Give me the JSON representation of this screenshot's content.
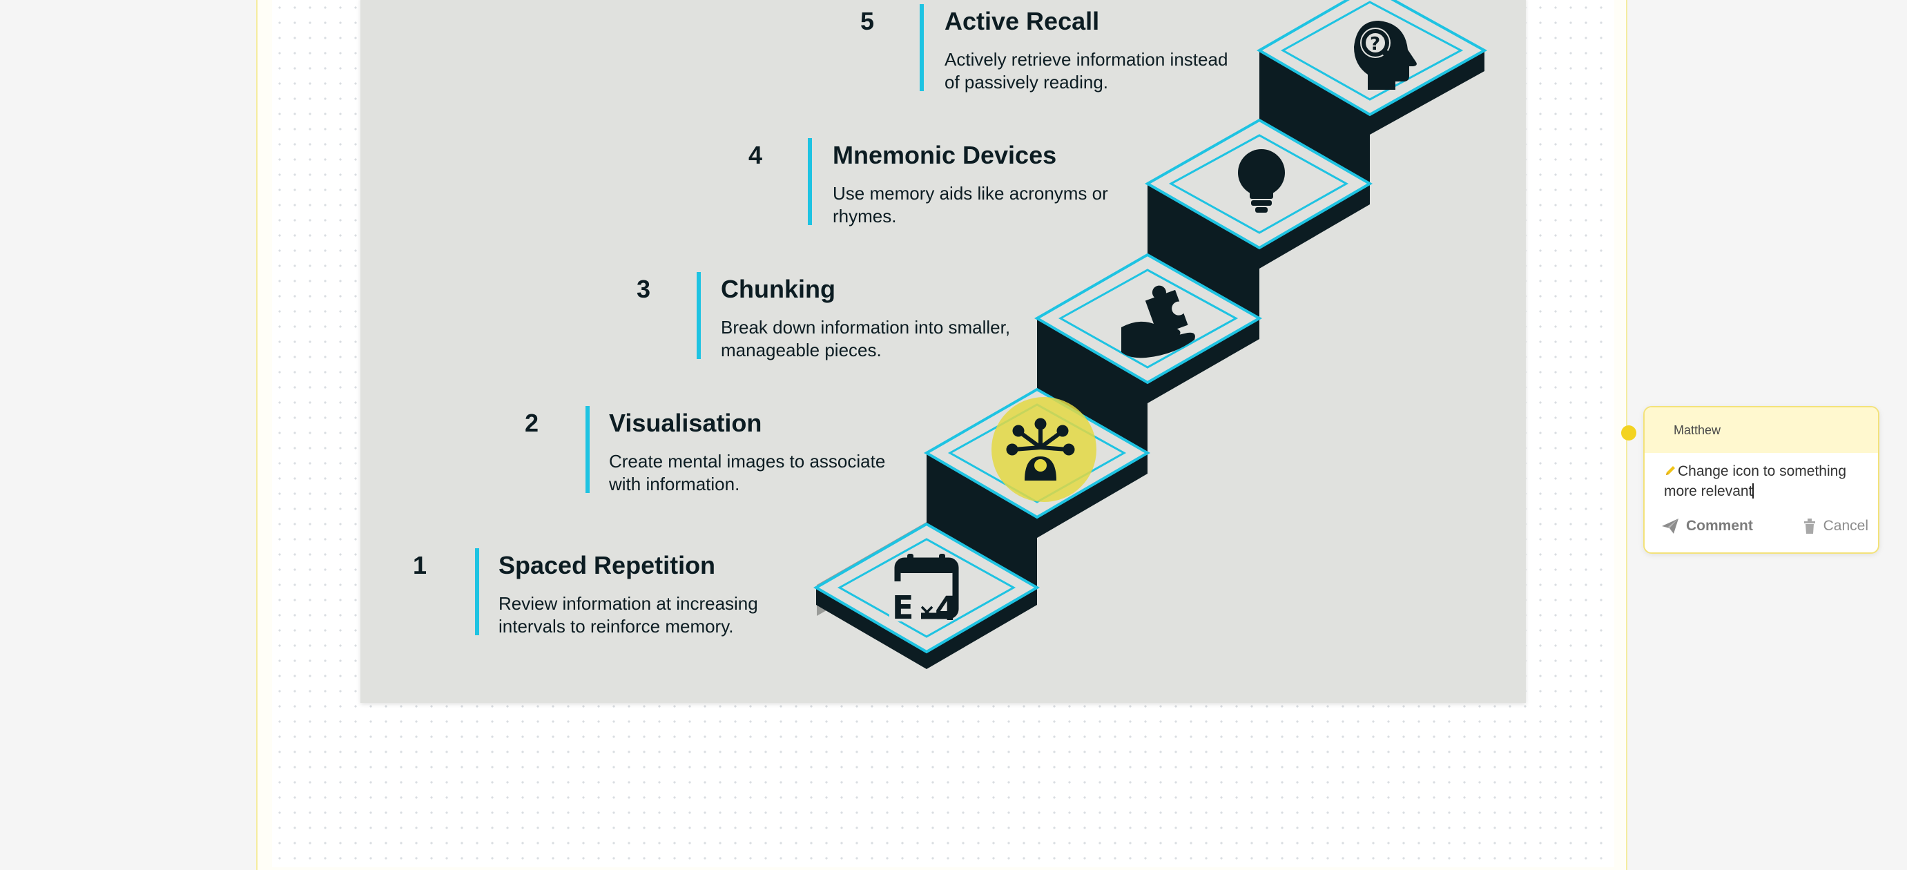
{
  "steps": [
    {
      "number": "1",
      "title": "Spaced Repetition",
      "description": "Review information at increasing intervals to reinforce memory.",
      "icon": "calendar-repeat-icon"
    },
    {
      "number": "2",
      "title": "Visualisation",
      "description": "Create mental images to associate with information.",
      "icon": "idea-network-icon"
    },
    {
      "number": "3",
      "title": "Chunking",
      "description": "Break down information into smaller, manageable pieces.",
      "icon": "hand-puzzle-icon"
    },
    {
      "number": "4",
      "title": "Mnemonic Devices",
      "description": "Use memory aids like acronyms or rhymes.",
      "icon": "lightbulb-icon"
    },
    {
      "number": "5",
      "title": "Active Recall",
      "description": "Actively retrieve information instead of passively reading.",
      "icon": "head-question-icon"
    }
  ],
  "comment": {
    "author": "Matthew",
    "text": "Change icon to something more relevant",
    "comment_label": "Comment",
    "cancel_label": "Cancel"
  },
  "colors": {
    "accent": "#1ec3e2",
    "stair_dark": "#0c1c22",
    "slide_bg": "#e0e1de",
    "highlight": "#f3d321"
  }
}
